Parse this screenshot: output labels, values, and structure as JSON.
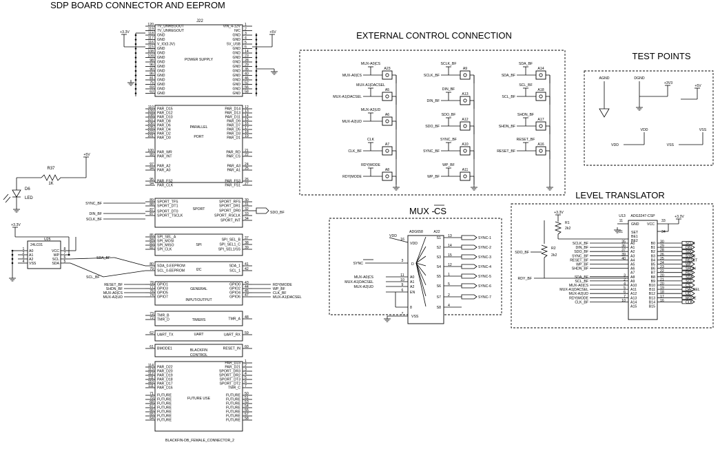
{
  "headings": {
    "sdp": "SDP BOARD CONNECTOR AND EEPROM",
    "ext": "EXTERNAL CONTROL CONNECTION",
    "test": "TEST POINTS",
    "level": "LEVEL TRANSLATOR",
    "mux_prefix": "MUX - ",
    "mux_cs": "CS"
  },
  "j22": {
    "ref": "J22",
    "footer": "BLACKFIN-DB_FEMALE_CONNECTOR_2",
    "sections": {
      "power": "POWER SUPPLY",
      "parallel": "PARALLEL",
      "port": "PORT",
      "sport": "SPORT",
      "spi": "SPI",
      "i2c": "I2C",
      "general": "GENERAL",
      "inout": "INPUT/OUTPUT",
      "timers": "TIMERS",
      "uart": "UART",
      "blackfin": "BLACKFIN",
      "control": "CONTROL",
      "future": "FUTURE USE"
    },
    "left": [
      [
        "120",
        "7V_UNREGOUT"
      ],
      [
        "119",
        "7V_UNREGOUT"
      ],
      [
        "118",
        "GND"
      ],
      [
        "117",
        "GND"
      ],
      [
        "116",
        "V_IO(3.3V)"
      ],
      [
        "115",
        "GND"
      ],
      [
        "108",
        "GND"
      ],
      [
        "104",
        "GND"
      ],
      [
        "98",
        "GND"
      ],
      [
        "96",
        "GND"
      ],
      [
        "90",
        "GND"
      ],
      [
        "86",
        "GND"
      ],
      [
        "81",
        "GND"
      ],
      [
        "75",
        "GND"
      ],
      [
        "69",
        "GND"
      ],
      [
        "63",
        "GND"
      ],
      [
        "110",
        "PAR_D15"
      ],
      [
        "109",
        "PAR_D12"
      ],
      [
        "108",
        "PAR_D10"
      ],
      [
        "107",
        "PAR_D8"
      ],
      [
        "106",
        "PAR_D6"
      ],
      [
        "105",
        "PAR_D4"
      ],
      [
        "103",
        "PAR_D2"
      ],
      [
        "101",
        "PAR_D0"
      ],
      [
        "100",
        "PAR_WR"
      ],
      [
        "99",
        "PAR_INT"
      ],
      [
        "97",
        "PAR_A2"
      ],
      [
        "94",
        "PAR_A0"
      ],
      [
        "95",
        "PAR_FS2"
      ],
      [
        "94",
        "PAR_CLK"
      ],
      [
        "89",
        "SPORT_TFS"
      ],
      [
        "88",
        "SPORT_DT1"
      ],
      [
        "87",
        "SPORT_DT0"
      ],
      [
        "87",
        "SPORT_TSCLK"
      ],
      [
        "85",
        "SPI_SEL_A"
      ],
      [
        "84",
        "SPI_MOSI"
      ],
      [
        "83",
        "SPI_MISO"
      ],
      [
        "82",
        "SPI_CLK"
      ],
      [
        "80",
        "SDA_0-EEPROM"
      ],
      [
        "79",
        "SCL_0-EEPROM"
      ],
      [
        "78",
        "GPIO1"
      ],
      [
        "77",
        "GPIO3"
      ],
      [
        "76",
        "GPIO5"
      ],
      [
        "74",
        "GPIO7"
      ],
      [
        "73",
        "TMR_B"
      ],
      [
        "72",
        "TMR_D"
      ],
      [
        "62",
        "UART_TX"
      ],
      [
        "61",
        "BMODE1"
      ],
      [
        "114",
        "PAR_D22"
      ],
      [
        "113",
        "PAR_D20"
      ],
      [
        "112",
        "PAR_D19"
      ],
      [
        "111",
        "PAR_D18"
      ],
      [
        "110",
        "PAR_D17"
      ],
      [
        "111",
        "PAR_D16"
      ],
      [
        "71",
        "FUTURE"
      ],
      [
        "70",
        "FUTURE"
      ],
      [
        "68",
        "FUTURE"
      ],
      [
        "67",
        "FUTURE"
      ],
      [
        "66",
        "FUTURE"
      ],
      [
        "65",
        "FUTURE"
      ],
      [
        "64",
        "FUTURE"
      ]
    ],
    "right": [
      [
        "VIN_4-12V",
        "1"
      ],
      [
        "N/C",
        "2"
      ],
      [
        "GND",
        "3"
      ],
      [
        "GND",
        "4"
      ],
      [
        "5V_USB",
        "5"
      ],
      [
        "GND",
        "6"
      ],
      [
        "GND",
        "14"
      ],
      [
        "GND",
        "23"
      ],
      [
        "GND",
        "28"
      ],
      [
        "GND",
        "29"
      ],
      [
        "GND",
        "35"
      ],
      [
        "GND",
        "40"
      ],
      [
        "GND",
        "46"
      ],
      [
        "GND",
        "52"
      ],
      [
        "GND",
        "56"
      ],
      [
        "GND",
        "58"
      ],
      [
        "PAR_D14",
        "12"
      ],
      [
        "PAR_D13",
        "13"
      ],
      [
        "PAR_D11",
        "14"
      ],
      [
        "PAR_D9",
        "15"
      ],
      [
        "PAR_D7",
        "16"
      ],
      [
        "PAR_D5",
        "17"
      ],
      [
        "PAR_D3",
        "18"
      ],
      [
        "PAR_D1",
        "19"
      ],
      [
        "PAR_RD",
        "21"
      ],
      [
        "PAR_CS",
        "22"
      ],
      [
        "PAR_A3",
        "24"
      ],
      [
        "PAR_A1",
        "25"
      ],
      [
        "PAR_FS3",
        "26"
      ],
      [
        "PAR_FS1",
        "27"
      ],
      [
        "SPORT_RFS",
        "30"
      ],
      [
        "SPORT_DR1",
        "31"
      ],
      [
        "SPORT_DR0",
        "32"
      ],
      [
        "SPORT_RSCLK",
        "33"
      ],
      [
        "SPORT_INT",
        "34"
      ],
      [
        "SPI_SEL_B",
        "37"
      ],
      [
        "SPI_SEL1_C",
        "38"
      ],
      [
        "SPI_SEL1/SS",
        "39"
      ],
      [
        "SDA_1",
        "41"
      ],
      [
        "SCL_1",
        "42"
      ],
      [
        "GPIO0",
        "43"
      ],
      [
        "GPIO2",
        "44"
      ],
      [
        "GPIO4",
        "45"
      ],
      [
        "GPIO6",
        "47"
      ],
      [
        "TMR_A",
        "48"
      ],
      [
        "UART_RX",
        "59"
      ],
      [
        "RESET_IN",
        "60"
      ],
      [
        "PAR_D23",
        "1"
      ],
      [
        "PAR_D21",
        "2"
      ],
      [
        "SPORT_DR3",
        "3"
      ],
      [
        "SPORT_DR2",
        "4"
      ],
      [
        "SPORT_DT3",
        "5"
      ],
      [
        "SPORT_DT2",
        "6"
      ],
      [
        "TMR_C",
        "7"
      ],
      [
        "FUTURE",
        "50"
      ],
      [
        "FUTURE",
        "51"
      ],
      [
        "FUTURE",
        "53"
      ],
      [
        "FUTURE",
        "54"
      ],
      [
        "FUTURE",
        "55"
      ],
      [
        "FUTURE",
        "57"
      ],
      [
        "FUTURE",
        "58"
      ]
    ]
  },
  "nets": {
    "v33": "+3.3V",
    "v5": "+5V",
    "sync_bf": "SYNC_BF",
    "din_bf": "DIN_BF",
    "sclk_bf": "SCLK_BF",
    "sdo_bf": "SDO_BF",
    "sda_bf": "SDA_BF",
    "scl_bf": "SCL_BF",
    "reset_bf": "RESET_BF",
    "shdn_bf": "SHDN_BF",
    "muxa0": "MUX-A0|CS",
    "muxa2": "MUX-A2|UD",
    "rdy_mode": "RDY|MODE",
    "wp_bf": "WP_BF",
    "clk_bf": "CLK_BF",
    "muxa1": "MUX-A1|DACSEL"
  },
  "r37": {
    "ref": "R37",
    "value": "1K"
  },
  "d6": {
    "ref": "D6",
    "label": "LED"
  },
  "u25": {
    "ref": "U25",
    "part": "24LC01",
    "left": [
      [
        "A0",
        "1"
      ],
      [
        "A1",
        "2"
      ],
      [
        "A2",
        "3"
      ],
      [
        "VSS",
        "4"
      ]
    ],
    "right": [
      [
        "VCC",
        "8"
      ],
      [
        "WP",
        "7"
      ],
      [
        "SCL",
        "6"
      ],
      [
        "SDA",
        "5"
      ]
    ]
  },
  "ext": {
    "col1": [
      {
        "net": "MUX-A0|CS",
        "ref": "A23",
        "label": "MUX-A0|CS"
      },
      {
        "net": "MUX-A1|DACSEL",
        "ref": "A5",
        "label": "MUX-A1|DACSEL"
      },
      {
        "net": "MUX-A2|UD",
        "ref": "A6",
        "label": "MUX-A2|UD"
      },
      {
        "net": "CLK",
        "ref": "A7",
        "label": "CLK_BF"
      },
      {
        "net": "RDY|MODE",
        "ref": "A8",
        "label": "RDY|MODE"
      }
    ],
    "col2": [
      {
        "net": "SCLK_BF",
        "ref": "A9",
        "label": "SCLK_BF"
      },
      {
        "net": "DIN_BF",
        "ref": "A13",
        "label": "DIN_BF"
      },
      {
        "net": "SDO_BF",
        "ref": "A12",
        "label": "SDO_BF"
      },
      {
        "net": "SYNC_BF",
        "ref": "A10",
        "label": "SYNC_BF"
      },
      {
        "net": "WP_BF",
        "ref": "A11",
        "label": "WP_BF"
      }
    ],
    "col3": [
      {
        "net": "SDA_BF",
        "ref": "A14",
        "label": "SDA_BF"
      },
      {
        "net": "SCL_BF",
        "ref": "A18",
        "label": "SCL_BF"
      },
      {
        "net": "SHDN_BF",
        "ref": "A17",
        "label": "SHDN_BF"
      },
      {
        "net": "RESET_BF",
        "ref": "A16",
        "label": "RESET_BF"
      }
    ]
  },
  "test": {
    "agnd": "AGND",
    "dgnd": "DGND",
    "p33": "+3V3",
    "p5": "+5V",
    "vdd_label": "VDD",
    "vdd_net": "VDD",
    "vss_label": "VSS",
    "vss_net": "VSS"
  },
  "mux": {
    "part": "ADG658",
    "ref": "A22",
    "vdd": "VDD",
    "vdd_pin": "16",
    "d_pin": "3",
    "d": "D",
    "sync": "SYNC",
    "s": [
      [
        "S1",
        "13"
      ],
      [
        "S2",
        "14"
      ],
      [
        "S3",
        "15"
      ],
      [
        "S4",
        "12"
      ],
      [
        "S5",
        "1"
      ],
      [
        "S6",
        "5"
      ],
      [
        "S7",
        "2"
      ],
      [
        "S8",
        "4"
      ]
    ],
    "outs": [
      "SYNC-1",
      "SYNC-2",
      "SYNC-3",
      "SYNC-4",
      "SYNC-5",
      "SYNC-6",
      "SYNC-7"
    ],
    "a": [
      [
        "A0",
        "11"
      ],
      [
        "A1",
        "10"
      ],
      [
        "A2",
        "9"
      ],
      [
        "EN",
        "6"
      ]
    ],
    "gnd_pin": "8",
    "vss_pin": "7",
    "vss": "VSS",
    "a_nets": [
      "MUX-A0|CS",
      "MUX-A1|DACSEL",
      "MUX-A2|UD"
    ]
  },
  "level": {
    "part": "ADG3247-CSP",
    "ref": "U13",
    "r1": "R1",
    "r1v": "2k2",
    "r2": "R2",
    "r2v": "2k2",
    "gnd": "GND",
    "vcc": "VCC",
    "p11": "11",
    "p33": "33",
    "p31": "31",
    "p34": "34",
    "set": "SET",
    "be1": "BE1",
    "be2": "BE2",
    "rows": [
      [
        "SCLK_BF",
        "35",
        "A0",
        "B0",
        "30",
        "SCLK"
      ],
      [
        "DIN_BF",
        "36",
        "A1",
        "B1",
        "29",
        "DIN"
      ],
      [
        "SDO_BF",
        "37",
        "A2",
        "B2",
        "28",
        "SDO"
      ],
      [
        "SYNC_BF",
        "39",
        "A3",
        "B3",
        "26",
        "SYNC"
      ],
      [
        "RESET_BF",
        "40",
        "A4",
        "B4",
        "25",
        "RESET"
      ],
      [
        "WP_BF",
        "",
        "A5",
        "B5",
        "24",
        "WP"
      ],
      [
        "SHDN_BF",
        "",
        "A6",
        "B6",
        "23",
        "SHDN"
      ],
      [
        "",
        "",
        "A7",
        "B7",
        "22",
        "RDY"
      ],
      [
        "SDA_BF",
        "3",
        "A8",
        "B8",
        "20",
        "SDA"
      ],
      [
        "SCL_BF",
        "2",
        "A9",
        "B9",
        "21",
        "SCL"
      ],
      [
        "MUX-A0|CS",
        "4",
        "A10",
        "B10",
        "20",
        "CS"
      ],
      [
        "MUX-A1|DACSEL",
        "5",
        "A11",
        "B11",
        "19",
        "DACSEL"
      ],
      [
        "MUX-A2|UD",
        "6",
        "A12",
        "B12",
        "18",
        "UD"
      ],
      [
        "RDY|MODE",
        "7",
        "A13",
        "B13",
        "17",
        "MODE"
      ],
      [
        "CLK_BF",
        "10",
        "A14",
        "B14",
        "16",
        "CLK"
      ],
      [
        "",
        "",
        "A15",
        "B15",
        "",
        ""
      ]
    ],
    "sdo": "SDO_BF",
    "rdy": "RDY_BF"
  }
}
